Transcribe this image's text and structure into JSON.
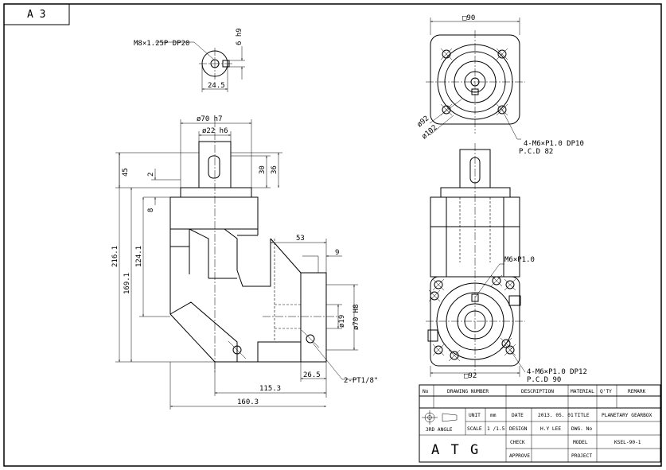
{
  "sheet": {
    "size_label": "A 3"
  },
  "dimensions": {
    "thread_note": "M8×1.25P DP20",
    "key_height": "6 h9",
    "shaft_section_width": "24.5",
    "flange_dia": "ø70 h7",
    "shaft_dia": "ø22 h6",
    "key_offset": "2",
    "shaft_len_30": "30",
    "shaft_len_36": "36",
    "dim_45": "45",
    "dim_8": "8",
    "dim_216": "216.1",
    "dim_169": "169.1",
    "dim_124": "124.1",
    "dim_53": "53",
    "dim_9": "9",
    "bore_19": "ø19",
    "bore_70": "ø70 H8",
    "dim_26": "26.5",
    "dim_115": "115.3",
    "dim_160": "160.3",
    "pipe_note": "2-PT1/8\"",
    "square_90": "□90",
    "dia_92": "ø92",
    "dia_102": "ø102",
    "hole_note_1": "4-M6×P1.0 DP10",
    "pcd_1": "P.C.D 82",
    "tap_note": "M6×P1.0",
    "square_92": "□92",
    "hole_note_2": "4-M6×P1.0 DP12",
    "pcd_2": "P.C.D 90"
  },
  "title_block": {
    "header": {
      "no": "No",
      "drawing_number": "DRAWING NUMBER",
      "description": "DESCRIPTION",
      "material": "MATERIAL",
      "qty": "Q'TY",
      "remark": "REMARK"
    },
    "projection": "3RD ANGLE",
    "unit_label": "UNIT",
    "unit_value": "mm",
    "scale_label": "SCALE",
    "scale_value": "1 /1.5",
    "date_label": "DATE",
    "date_value": "2013. 05. 01",
    "design_label": "DESIGN",
    "design_value": "H.Y LEE",
    "check_label": "CHECK",
    "approve_label": "APPROVE",
    "title_label": "TITLE",
    "title_value": "PLANETARY GEARBOX",
    "dwg_label": "DWG. No",
    "model_label": "MODEL",
    "model_value": "KSEL-90-1",
    "project_label": "PROJECT",
    "company": "A T G"
  }
}
